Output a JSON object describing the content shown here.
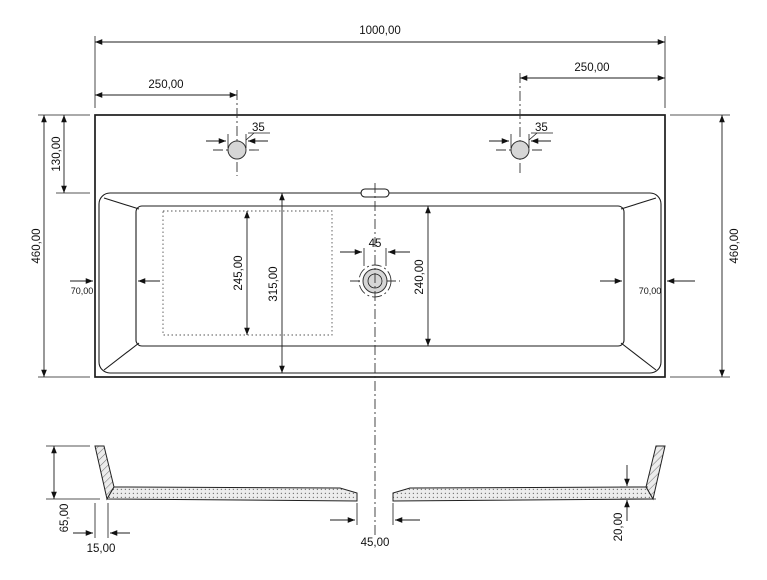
{
  "top_view": {
    "overall_width": "1000,00",
    "left_tap_offset": "250,00",
    "right_tap_offset": "250,00",
    "tap_hole_left_diameter": "35",
    "tap_hole_right_diameter": "35",
    "front_edge_to_basin": "130,00",
    "overall_depth_left": "460,00",
    "overall_depth_right": "460,00",
    "basin_floor_depth": "245,00",
    "basin_inner_depth": "315,00",
    "basin_depth_right": "240,00",
    "drain_diameter": "45",
    "side_wall_left": "70,00",
    "side_wall_right": "70,00"
  },
  "section_view": {
    "height_left": "65,00",
    "wall_thickness": "15,00",
    "drain_width": "45,00",
    "floor_height_right": "20,00"
  }
}
